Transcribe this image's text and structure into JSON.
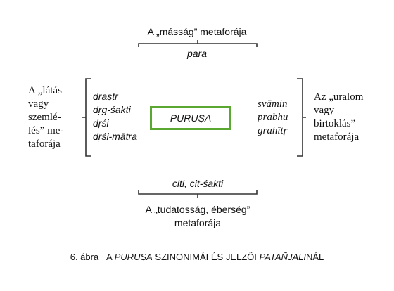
{
  "top": {
    "title": "A „másság” metaforája",
    "term": "para"
  },
  "left": {
    "title_lines": [
      "A „látás",
      "vagy",
      "szemlé-",
      "lés” me-",
      "taforája"
    ],
    "terms": [
      "draṣṭṛ",
      "dṛg-śakti",
      "dṛśi",
      "dṛśi-mātra"
    ]
  },
  "center": {
    "label": "PURUṢA"
  },
  "right": {
    "terms": [
      "svāmin",
      "prabhu",
      "grahītṛ"
    ],
    "title_lines": [
      "Az „uralom",
      "vagy",
      "birtoklás”",
      "metaforája"
    ]
  },
  "bottom": {
    "term": "citi, cit-śakti",
    "title_lines": [
      "A „tudatosság, éberség”",
      "metaforája"
    ]
  },
  "caption": {
    "number": "6. ábra",
    "prefix": "A ",
    "italic1": "PURUṢA",
    "middle": " SZINONIMÁI ÉS JELZŐI ",
    "italic2": "PATAÑJALI",
    "suffix": "NÁL"
  }
}
